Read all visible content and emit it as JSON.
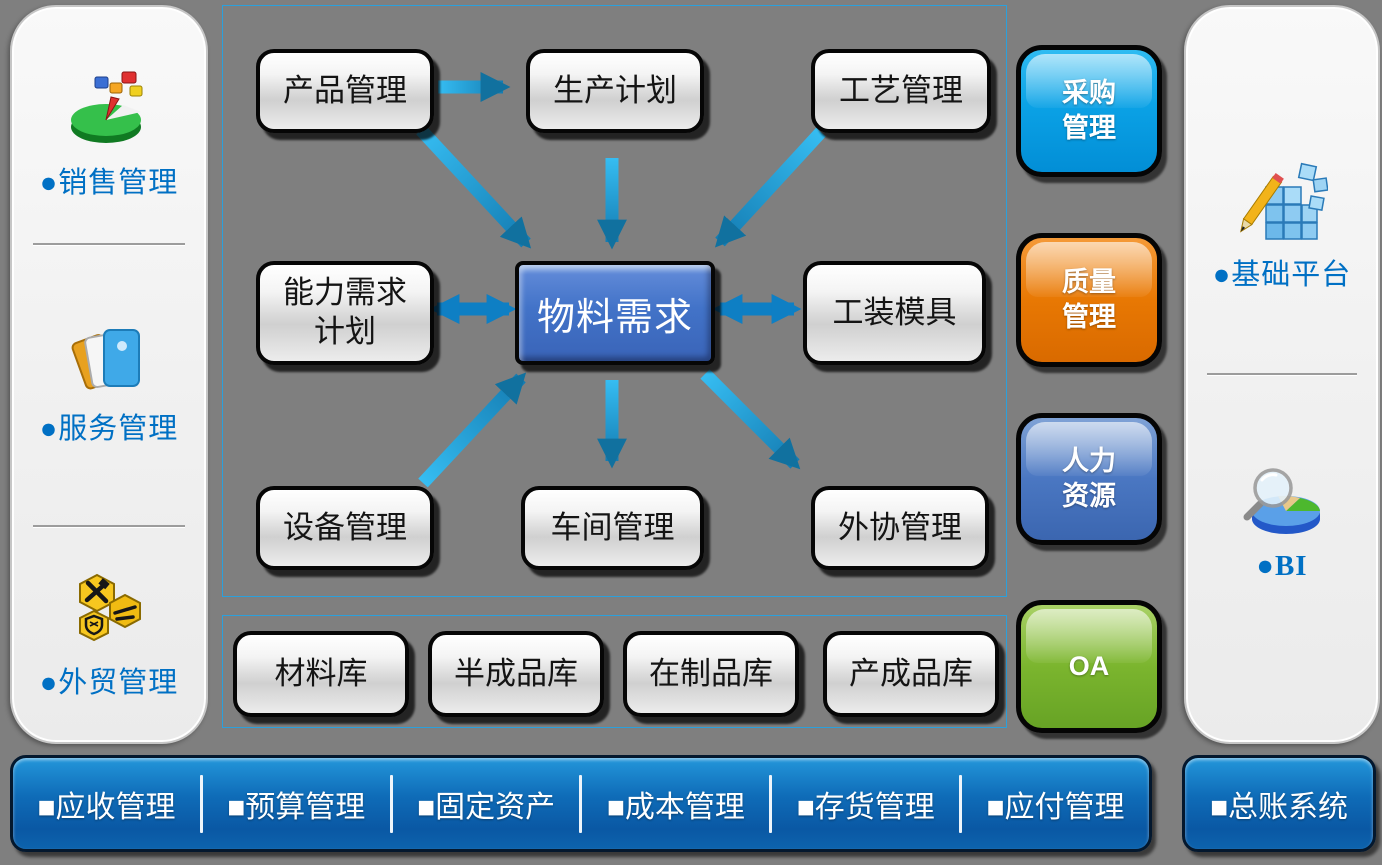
{
  "left_sidebar": {
    "items": [
      {
        "icon": "pie-chart-icon",
        "label": "●销售管理"
      },
      {
        "icon": "folders-icon",
        "label": "●服务管理"
      },
      {
        "icon": "trade-hexagons-icon",
        "label": "●外贸管理"
      }
    ]
  },
  "diagram": {
    "boxes": [
      {
        "label": "产品管理"
      },
      {
        "label": "生产计划"
      },
      {
        "label": "工艺管理"
      },
      {
        "label": "能力需求\n计划"
      },
      {
        "label": "物料需求"
      },
      {
        "label": "工装模具"
      },
      {
        "label": "设备管理"
      },
      {
        "label": "车间管理"
      },
      {
        "label": "外协管理"
      }
    ],
    "connections": [
      {
        "from": "产品管理",
        "to": "生产计划",
        "bidirectional": false
      },
      {
        "from": "产品管理",
        "to": "物料需求",
        "bidirectional": false
      },
      {
        "from": "生产计划",
        "to": "物料需求",
        "bidirectional": false
      },
      {
        "from": "工艺管理",
        "to": "物料需求",
        "bidirectional": false
      },
      {
        "from": "能力需求计划",
        "to": "物料需求",
        "bidirectional": true
      },
      {
        "from": "工装模具",
        "to": "物料需求",
        "bidirectional": true
      },
      {
        "from": "设备管理",
        "to": "物料需求",
        "bidirectional": false
      },
      {
        "from": "物料需求",
        "to": "车间管理",
        "bidirectional": false
      },
      {
        "from": "物料需求",
        "to": "外协管理",
        "bidirectional": false
      }
    ]
  },
  "warehouses": {
    "items": [
      {
        "label": "材料库"
      },
      {
        "label": "半成品库"
      },
      {
        "label": "在制品库"
      },
      {
        "label": "产成品库"
      }
    ]
  },
  "side_buttons": [
    {
      "label": "采购\n管理",
      "color": "#09A3E6"
    },
    {
      "label": "质量\n管理",
      "color": "#E87803"
    },
    {
      "label": "人力\n资源",
      "color": "#4A77C2"
    },
    {
      "label": "OA",
      "color": "#7BB52E"
    }
  ],
  "right_sidebar": {
    "items": [
      {
        "icon": "building-blocks-icon",
        "label": "●基础平台"
      },
      {
        "icon": "bi-magnifier-pie-icon",
        "label": "●BI"
      }
    ]
  },
  "bottom_bar": {
    "items": [
      {
        "label": "■应收管理"
      },
      {
        "label": "■预算管理"
      },
      {
        "label": "■固定资产"
      },
      {
        "label": "■成本管理"
      },
      {
        "label": "■存货管理"
      },
      {
        "label": "■应付管理"
      }
    ],
    "general_ledger": {
      "label": "■总账系统"
    }
  },
  "colors": {
    "background": "#7F7F7F",
    "panel": "#F3F3F3",
    "frame_border": "#2BA0DC",
    "arrow_light": "#36BDF2",
    "arrow_dark": "#147CB2",
    "label_blue": "#0070C4",
    "material_box_blue": "#4273C8",
    "bar_blue_top": "#2396DA",
    "bar_blue_bottom": "#0A58A4"
  }
}
